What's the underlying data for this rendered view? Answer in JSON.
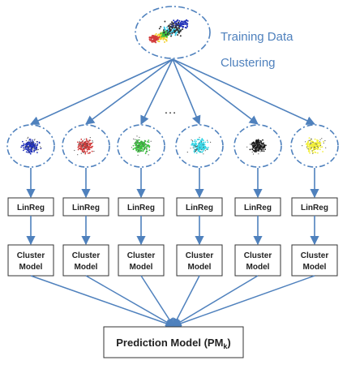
{
  "training": {
    "label": "Training Data",
    "step": "Clustering"
  },
  "ellipsis": "…",
  "cluster_colors": [
    "#1f2fb8",
    "#d23a3a",
    "#3cc040",
    "#36d6e6",
    "#1a1a1a",
    "#f2ef3a"
  ],
  "regression_label": "LinReg",
  "cluster_model_label": [
    "Cluster",
    "Model"
  ],
  "prediction_model": {
    "label": "Prediction Model (PM",
    "subscript": "k",
    "suffix": ")"
  },
  "accent_color": "#4f81bd",
  "text_color": "#4f81bd"
}
